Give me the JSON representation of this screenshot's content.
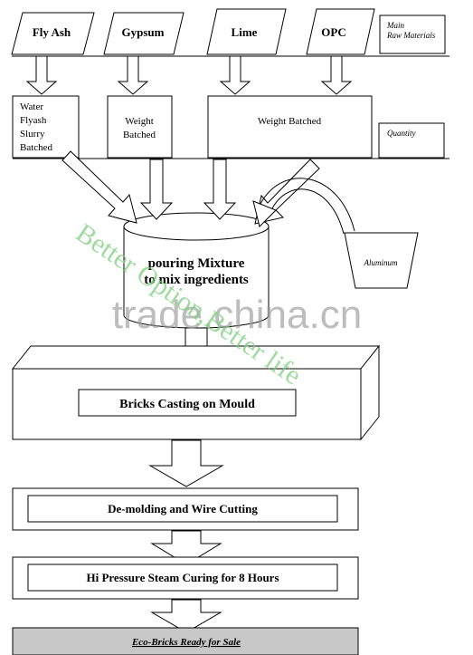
{
  "raw_materials": {
    "fly_ash": "Fly Ash",
    "gypsum": "Gypsum",
    "lime": "Lime",
    "opc": "OPC",
    "main_label_1": "Main",
    "main_label_2": "Raw Materials"
  },
  "batching": {
    "water_1": "Water",
    "water_2": "Flyash",
    "water_3": "Slurry",
    "water_4": "Batched",
    "gypsum_1": "Weight",
    "gypsum_2": "Batched",
    "lime_opc": "Weight Batched",
    "quantity": "Quantity"
  },
  "mixer": {
    "line1": "pouring Mixture",
    "line2": "to mix ingredients"
  },
  "aluminum": "Aluminum",
  "steps": {
    "casting": "Bricks Casting on Mould",
    "demolding": "De-molding and Wire Cutting",
    "curing": "Hi Pressure Steam Curing for 8 Hours",
    "ready": "Eco-Bricks Ready for Sale"
  },
  "watermark": {
    "green": "Better Option,Better life",
    "gray": "trade.china.cn"
  }
}
